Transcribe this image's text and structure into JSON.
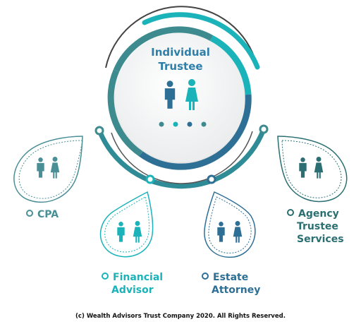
{
  "center": {
    "title_line1": "Individual",
    "title_line2": "Trustee"
  },
  "nodes": [
    {
      "id": "cpa",
      "label": [
        "CPA"
      ],
      "color": "#4a8f96"
    },
    {
      "id": "financial-advisor",
      "label": [
        "Financial",
        "Advisor"
      ],
      "color": "#1bb3ba"
    },
    {
      "id": "estate-attorney",
      "label": [
        "Estate",
        "Attorney"
      ],
      "color": "#2e6f95"
    },
    {
      "id": "agency-trustee",
      "label": [
        "Agency",
        "Trustee",
        "Services"
      ],
      "color": "#2b6f72"
    }
  ],
  "colors": {
    "teal": "#1bb3ba",
    "blue": "#2e6f95",
    "slate": "#4a8f96",
    "dark": "#3a3a3a"
  },
  "footer": "(c)  Wealth Advisors Trust Company 2020. All Rights Reserved."
}
